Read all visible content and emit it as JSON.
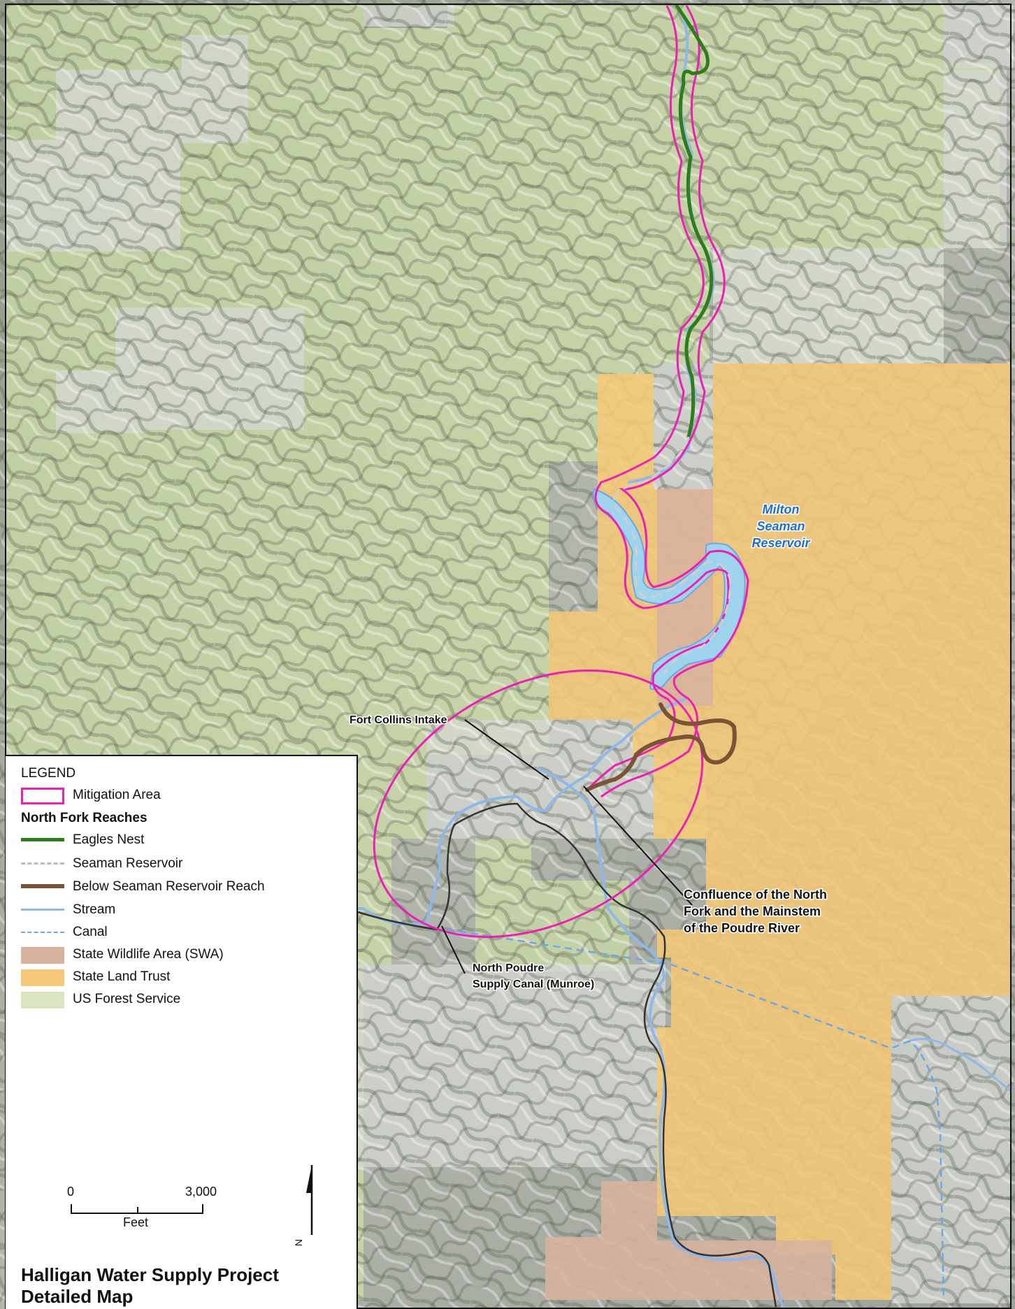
{
  "map": {
    "labels": {
      "reservoir_line1": "Milton",
      "reservoir_line2": "Seaman",
      "reservoir_line3": "Reservoir",
      "intake": "Fort Collins Intake",
      "confluence_line1": "Confluence of the North",
      "confluence_line2": "Fork and the Mainstem",
      "confluence_line3": "of the Poudre River",
      "canal_line1": "North Poudre",
      "canal_line2": "Supply Canal (Munroe)"
    },
    "colors": {
      "forest_service": "#c9d9a6",
      "state_land_trust": "#f5c878",
      "swa": "#d7b39d",
      "mitigation": "#ee1fb5",
      "eagles_nest": "#2e7d1a",
      "below_seaman": "#7b5437",
      "stream": "#8fb8e8",
      "canal": "#6ea6e6",
      "reservoir_fill": "#9fd4ee",
      "reservoir_label": "#1f6fd1",
      "hillshade_dark": "#6e7a5f"
    }
  },
  "legend": {
    "title": "LEGEND",
    "mitigation_area": "Mitigation Area",
    "reaches_heading": "North Fork Reaches",
    "eagles_nest": "Eagles Nest",
    "seaman_reservoir": "Seaman Reservoir",
    "below_seaman": "Below Seaman Reservoir Reach",
    "stream": "Stream",
    "canal": "Canal",
    "swa": "State Wildlife Area (SWA)",
    "state_land_trust": "State Land Trust",
    "forest_service": "US Forest Service",
    "scale_zero": "0",
    "scale_max": "3,000",
    "scale_unit": "Feet",
    "north": "N",
    "map_title_line1": "Halligan Water Supply Project",
    "map_title_line2": "Detailed Map"
  }
}
